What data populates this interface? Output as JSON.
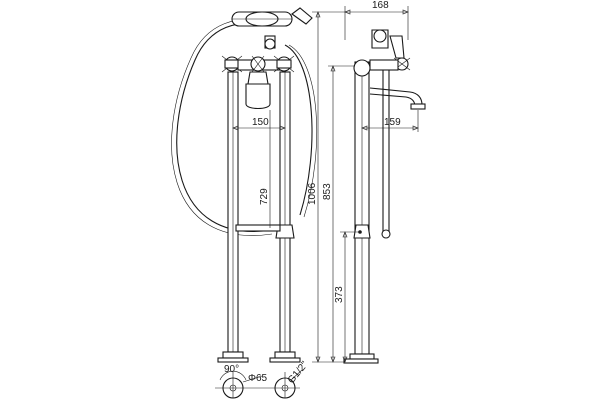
{
  "dimensions": {
    "top_width": "168",
    "spout_reach": "159",
    "leg_spacing": "150",
    "hose_length": "729",
    "total_height": "1006",
    "spout_height": "853",
    "lower_height": "373",
    "rotation": "90°",
    "base_diameter": "Φ65",
    "thread": "G1/2\""
  }
}
